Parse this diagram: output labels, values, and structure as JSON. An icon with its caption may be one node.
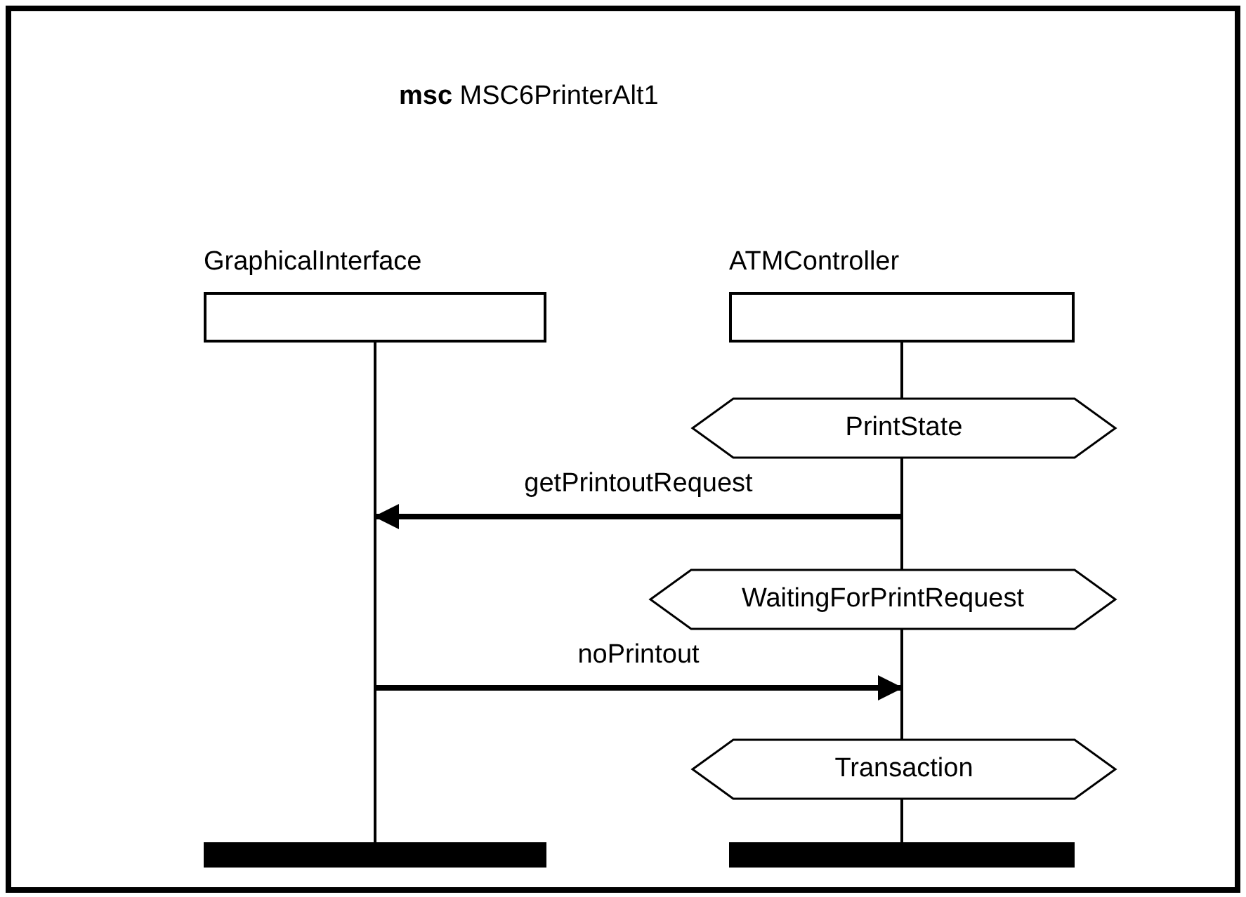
{
  "diagram": {
    "title": "**msc** MSC6PrinterAlt1",
    "nodes": [
      {
        "text": [
          "GraphicalInterface"
        ]
      },
      {
        "text": [
          "ATMController"
        ]
      },
      {
        "text": [],
        "shape": "line"
      },
      {
        "text": [],
        "shape": "line"
      },
      {
        "text": [
          "PrintState"
        ]
      },
      {
        "text": [
          "WaitingForPrintRequest"
        ]
      },
      {
        "text": [
          "Transaction"
        ]
      },
      {
        "text": [],
        "shape": "bar"
      },
      {
        "text": [],
        "shape": "bar"
      }
    ],
    "edges": [
      {
        "from": 3,
        "to": 2,
        "arrow": "to",
        "label": "getPrintoutRequest"
      },
      {
        "from": 2,
        "to": 3,
        "arrow": "to",
        "label": "noPrintout"
      }
    ]
  }
}
